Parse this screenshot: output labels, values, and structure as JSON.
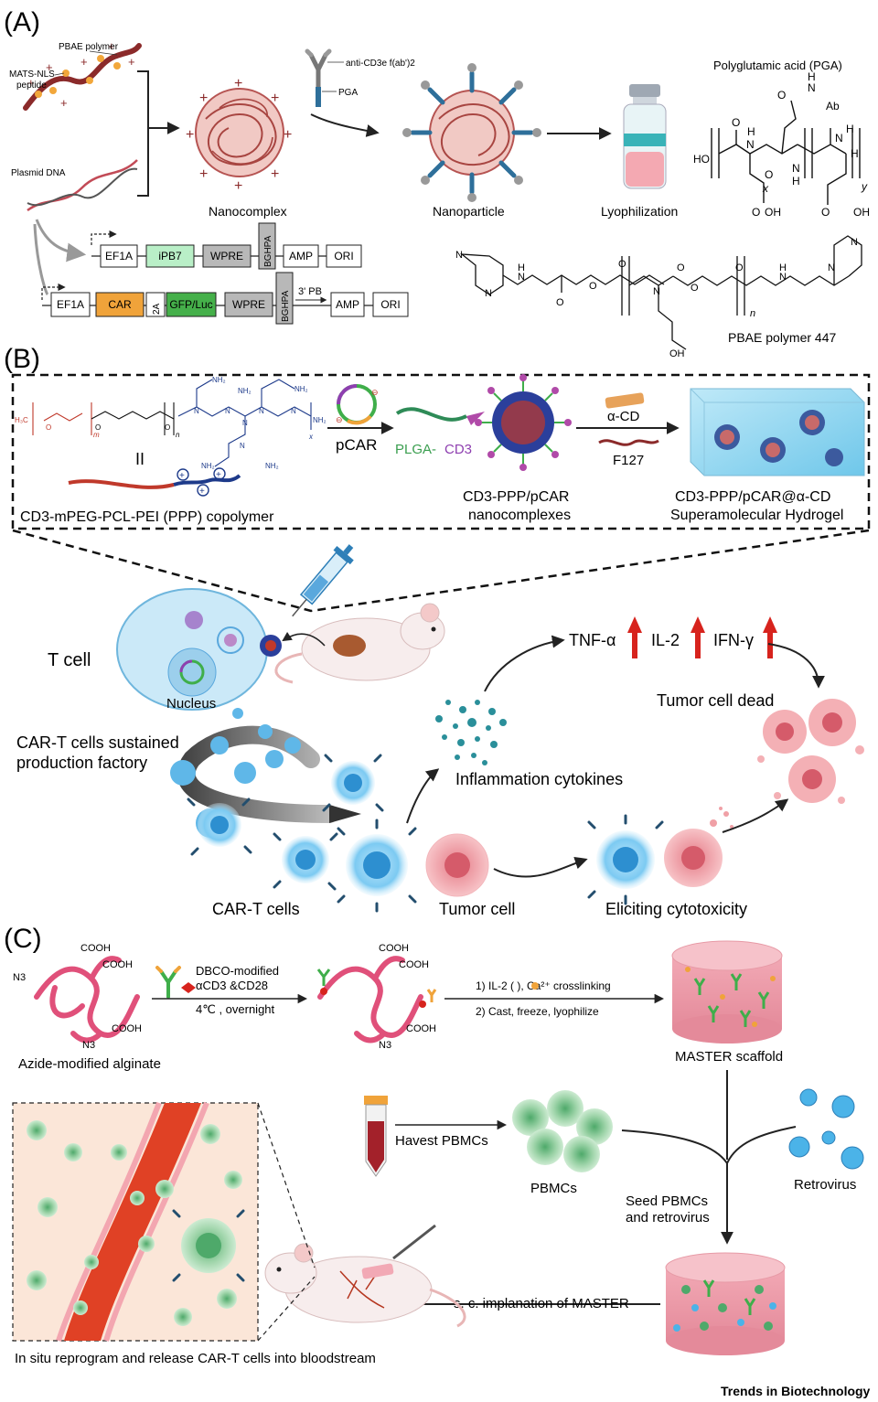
{
  "panel_a": {
    "label": "(A)",
    "pbae_polymer": "PBAE polymer",
    "mats_nls_peptide": "MATS-NLS",
    "peptide": "peptide",
    "plasmid_dna": "Plasmid DNA",
    "nanocomplex": "Nanocomplex",
    "anti_cd3e": "anti-CD3e f(ab')2",
    "pga": "PGA",
    "nanoparticle": "Nanoparticle",
    "lyophilization": "Lyophilization",
    "pga_title": "Polyglutamic acid (PGA)",
    "pbae_447": "PBAE polymer 447",
    "chem_pga": {
      "ho": "HO",
      "o1": "O",
      "nh1": "N",
      "h1": "H",
      "o2": "O",
      "n2": "N",
      "h2": "H",
      "o3": "O",
      "nh3": "N",
      "h3": "H",
      "ab": "Ab",
      "oh1": "OH",
      "oh2": "OH",
      "o4": "O",
      "o5": "O",
      "x": "x",
      "y": "y",
      "h4": "H",
      "n4": "N",
      "h5": "H"
    },
    "chem_pbae": {
      "n1": "N",
      "n2": "N",
      "h1": "H",
      "n3": "N",
      "o1": "O",
      "o2": "O",
      "o3": "O",
      "o4": "O",
      "n4": "N",
      "o5": "O",
      "o6": "O",
      "oh": "OH",
      "h2": "H",
      "n5": "N",
      "n6": "N",
      "n7": "N",
      "nsub": "n"
    },
    "construct1": [
      "EF1A",
      "iPB7",
      "WPRE",
      "BGHPA",
      "AMP",
      "ORI"
    ],
    "construct2": [
      "EF1A",
      "CAR",
      "2A",
      "GFP/Luc",
      "WPRE",
      "BGHPA",
      "3' PB",
      "AMP",
      "ORI"
    ]
  },
  "panel_b": {
    "label": "(B)",
    "copolymer": "CD3-mPEG-PCL-PEI (PPP) copolymer",
    "pcar": "pCAR",
    "plga": "PLGA-",
    "cd3": "CD3",
    "nanocomplexes_1": "CD3-PPP/pCAR",
    "nanocomplexes_2": "nanocomplexes",
    "alpha_cd": "α-CD",
    "f127": "F127",
    "hydrogel_1": "CD3-PPP/pCAR@α-CD",
    "hydrogel_2": "Superamolecular Hydrogel",
    "equals": "II",
    "chem_ppp": {
      "h3c": "H₃C",
      "o1": "O",
      "o2": "O",
      "o3": "O",
      "m": "m",
      "n": "n",
      "x": "x",
      "nh2a": "NH₂",
      "nh2b": "NH₂",
      "nh2c": "NH₂",
      "nh2d": "NH₂",
      "nh2e": "NH₂",
      "nh2f": "NH₂",
      "n1": "N",
      "n2": "N",
      "n3": "N",
      "n4": "N",
      "n5": "N",
      "n6": "N"
    },
    "t_cell": "T cell",
    "nucleus": "Nucleus",
    "factory_1": "CAR-T cells sustained",
    "factory_2": "production factory",
    "tnf": "TNF-α",
    "il2": "IL-2",
    "ifn": "IFN-γ",
    "tumor_dead": "Tumor cell dead",
    "inflammation": "Inflammation cytokines",
    "car_t_cells": "CAR-T cells",
    "tumor_cell": "Tumor cell",
    "cytotoxicity": "Eliciting cytotoxicity"
  },
  "panel_c": {
    "label": "(C)",
    "cooh": "COOH",
    "n3": "N3",
    "alginate": "Azide-modified alginate",
    "dbco_1": "DBCO-modified",
    "dbco_2": "αCD3 &CD28",
    "condition": "4℃ , overnight",
    "step1": "1) IL-2 (  ), Ca²⁺ crosslinking",
    "step2": "2) Cast, freeze, lyophilize",
    "master_scaffold": "MASTER scaffold",
    "havest": "Havest PBMCs",
    "pbmcs": "PBMCs",
    "retrovirus": "Retrovirus",
    "seed_1": "Seed PBMCs",
    "seed_2": "and retrovirus",
    "implant": "s. c. implanation of MASTER",
    "in_situ": "In situ reprogram and release CAR-T cells into bloodstream"
  },
  "footer": "Trends in Biotechnology",
  "colors": {
    "pbae": "#8b2a2a",
    "nls": "#f2a73b",
    "antibody": "#2e6f9a",
    "car": "#f0a33a",
    "ipb7": "#b9efc7",
    "gfp": "#45b04a",
    "grey_box": "#b8b8b8",
    "tcell": "#46a7e0",
    "tumor": "#f3a3a8",
    "alginate": "#e0507a",
    "blood": "#e04125",
    "arrow_red": "#d7231d"
  }
}
